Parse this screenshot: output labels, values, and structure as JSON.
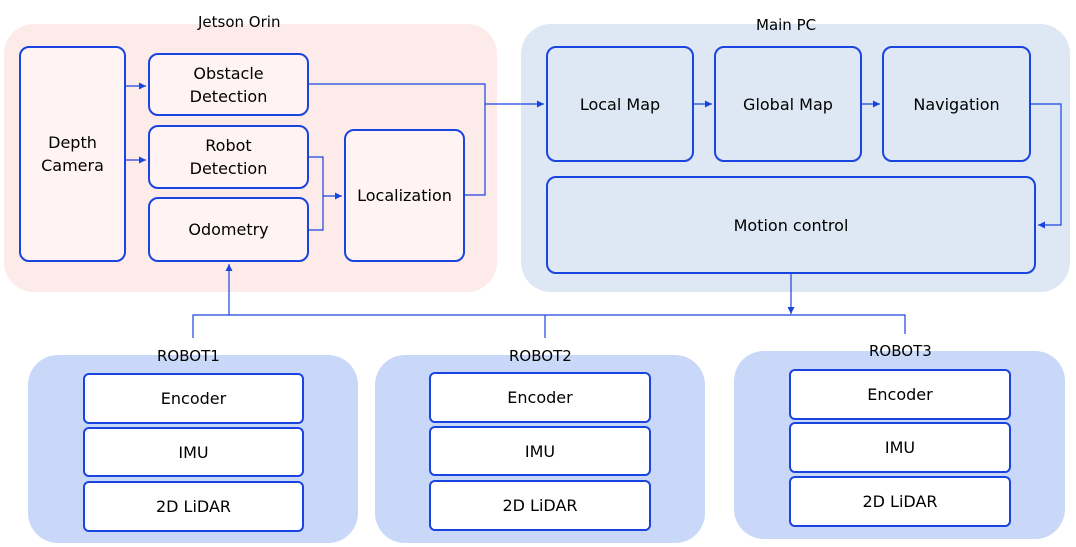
{
  "groups": {
    "jetson": {
      "title": "Jetson Orin"
    },
    "mainpc": {
      "title": "Main PC"
    },
    "robots": [
      {
        "title": "ROBOT1",
        "items": [
          "Encoder",
          "IMU",
          "2D LiDAR"
        ]
      },
      {
        "title": "ROBOT2",
        "items": [
          "Encoder",
          "IMU",
          "2D LiDAR"
        ]
      },
      {
        "title": "ROBOT3",
        "items": [
          "Encoder",
          "IMU",
          "2D LiDAR"
        ]
      }
    ]
  },
  "nodes": {
    "depth_camera": "Depth\nCamera",
    "obstacle_detection": "Obstacle\nDetection",
    "robot_detection": "Robot\nDetection",
    "odometry": "Odometry",
    "localization": "Localization",
    "local_map": "Local Map",
    "global_map": "Global Map",
    "navigation": "Navigation",
    "motion_control": "Motion control"
  },
  "colors": {
    "jetson_bg": "#fdebea",
    "mainpc_bg": "#dde8f4",
    "robot_bg": "#c9d8f8",
    "border": "#1a44e0"
  }
}
